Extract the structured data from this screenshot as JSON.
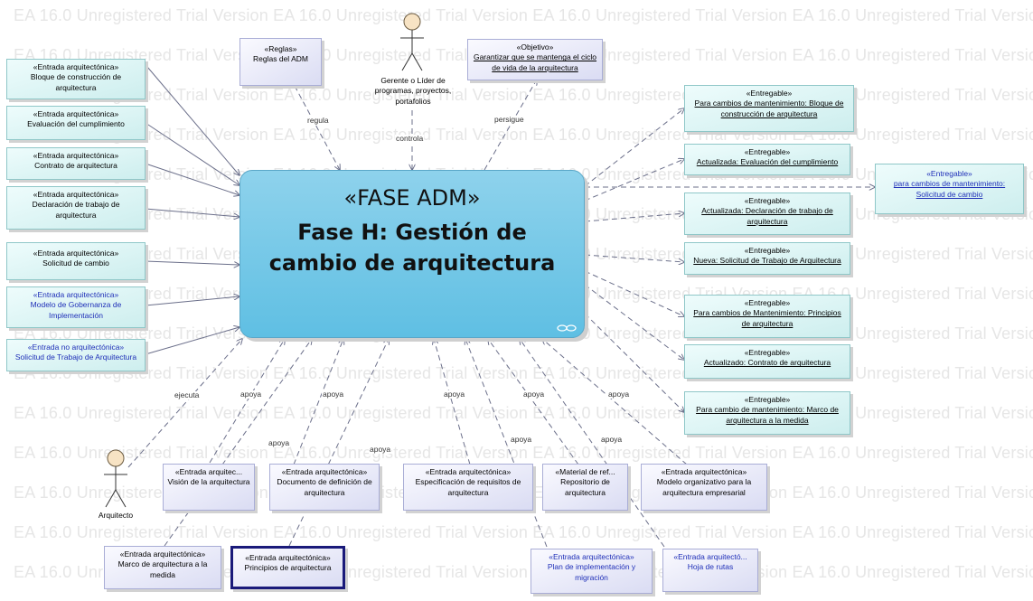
{
  "watermark": {
    "text": "EA 16.0 Unregistered Trial Version"
  },
  "phase": {
    "stereotype": "«FASE ADM»",
    "name": "Fase H: Gestión de cambio de arquitectura"
  },
  "actors": {
    "gerente": {
      "name": "Gerente o Líder de programas, proyectos, portafolios"
    },
    "arquitecto": {
      "name": "Arquitecto"
    }
  },
  "rules": {
    "stereotype": "«Reglas»",
    "name": "Reglas del ADM"
  },
  "objective": {
    "stereotype": "«Objetivo»",
    "name": "Garantizar que se mantenga el ciclo de vida de la arquitectura"
  },
  "inputs_left": [
    {
      "stereotype": "«Entrada arquitectónica»",
      "name": "Bloque de construcción de arquitectura"
    },
    {
      "stereotype": "«Entrada arquitectónica»",
      "name": "Evaluación del cumplimiento"
    },
    {
      "stereotype": "«Entrada arquitectónica»",
      "name": "Contrato de arquitectura"
    },
    {
      "stereotype": "«Entrada arquitectónica»",
      "name": "Declaración de trabajo de arquitectura"
    },
    {
      "stereotype": "«Entrada arquitectónica»",
      "name": "Solicitud de cambio"
    },
    {
      "stereotype": "«Entrada arquitectónica»",
      "name": "Modelo de Gobernanza de Implementación"
    },
    {
      "stereotype": "«Entrada no arquitectónica»",
      "name": "Solicitud de Trabajo de Arquitectura"
    }
  ],
  "deliverables": [
    {
      "stereotype": "«Entregable»",
      "name": "Para cambios de mantenimiento: Bloque de construcción de arquitectura"
    },
    {
      "stereotype": "«Entregable»",
      "name": "Actualizada: Evaluación del cumplimiento"
    },
    {
      "stereotype": "«Entregable»",
      "name": "Actualizada: Declaración de trabajo de arquitectura"
    },
    {
      "stereotype": "«Entregable»",
      "name": "Nueva: Solicitud de Trabajo de Arquitectura"
    },
    {
      "stereotype": "«Entregable»",
      "name": "Para cambios de Mantenimiento: Principios de arquitectura"
    },
    {
      "stereotype": "«Entregable»",
      "name": "Actualizado: Contrato de arquitectura"
    },
    {
      "stereotype": "«Entregable»",
      "name": "Para cambio de mantenimiento: Marco de arquitectura a la medida"
    },
    {
      "stereotype": "«Entregable»",
      "name": "para cambios de mantenimiento: Solicitud de cambio"
    }
  ],
  "inputs_bottom": [
    {
      "stereotype": "«Entrada arquitec...",
      "name": "Visión de la arquitectura"
    },
    {
      "stereotype": "«Entrada arquitectónica»",
      "name": "Documento de definición de arquitectura"
    },
    {
      "stereotype": "«Entrada arquitectónica»",
      "name": "Especificación de requisitos de arquitectura"
    },
    {
      "stereotype": "«Material de ref...",
      "name": "Repositorio de arquitectura"
    },
    {
      "stereotype": "«Entrada arquitectónica»",
      "name": "Modelo organizativo para la arquitectura empresarial"
    },
    {
      "stereotype": "«Entrada arquitectónica»",
      "name": "Marco de arquitectura a la medida"
    },
    {
      "stereotype": "«Entrada arquitectónica»",
      "name": "Principios de arquitectura"
    },
    {
      "stereotype": "«Entrada arquitectónica»",
      "name": "Plan de implementación y migración"
    },
    {
      "stereotype": "«Entrada arquitectó...",
      "name": "Hoja de rutas"
    }
  ],
  "edge_labels": {
    "regula": "regula",
    "controla": "controla",
    "persigue": "persigue",
    "ejecuta": "ejecuta",
    "apoya": "apoya"
  }
}
